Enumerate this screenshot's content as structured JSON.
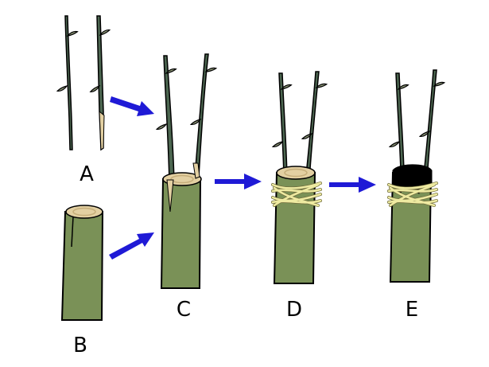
{
  "labels": {
    "a": "A",
    "b": "B",
    "c": "C",
    "d": "D",
    "e": "E"
  },
  "colors": {
    "stock": "#7a9157",
    "scion": "#4c6650",
    "cut_face": "#e3d0a2",
    "ring": "#c5ad7a",
    "bud": "#909a7a",
    "twine": "#eeeaa1",
    "wax": "#000000",
    "arrow": "#1f1ad6",
    "outline": "#000000"
  }
}
